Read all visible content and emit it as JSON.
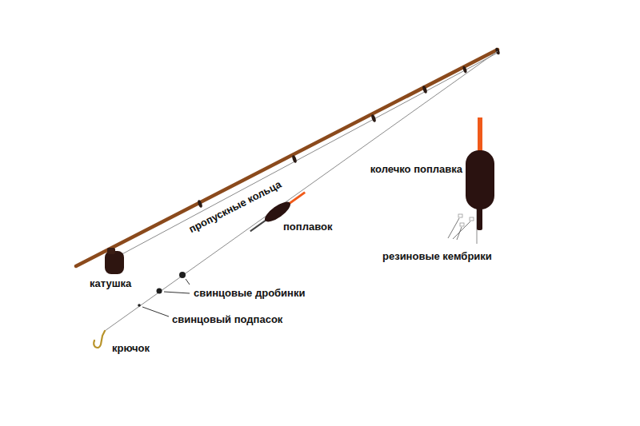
{
  "diagram": {
    "labels": [
      "пропускные кольца",
      "колечко поплавка",
      "поплавок",
      "резиновые кембрики",
      "катушка",
      "свинцовые дробинки",
      "свинцовый подпасок",
      "крючок"
    ]
  }
}
